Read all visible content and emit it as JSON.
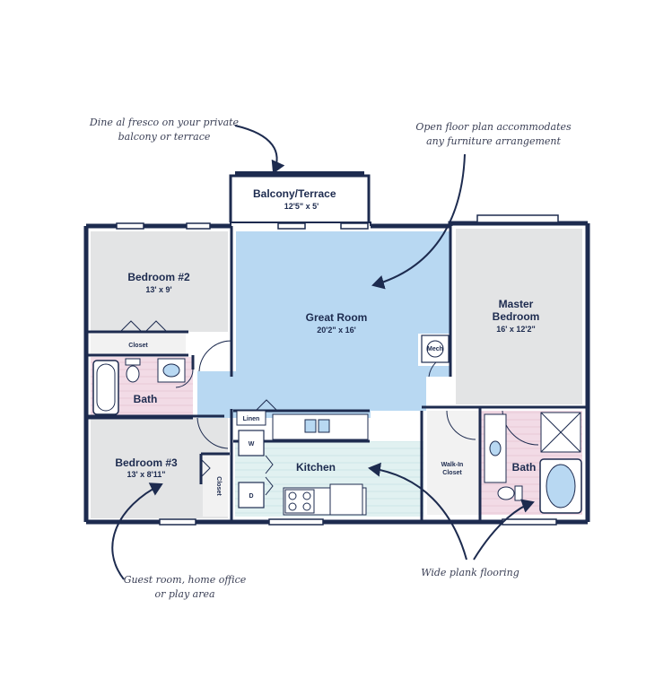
{
  "colors": {
    "wall": "#1d2b4f",
    "living": "#b8d8f2",
    "bedroom": "#e3e4e5",
    "bath": "#f2dbe6",
    "kitchen_floor": "#e1f1f1",
    "closet": "#f2f2f2"
  },
  "rooms": {
    "balcony": {
      "name": "Balcony/Terrace",
      "dims": "12'5\" x 5'"
    },
    "bedroom2": {
      "name": "Bedroom #2",
      "dims": "13' x 9'"
    },
    "great": {
      "name": "Great Room",
      "dims": "20'2\" x 16'"
    },
    "master": {
      "name_line1": "Master",
      "name_line2": "Bedroom",
      "dims": "16' x 12'2\""
    },
    "bedroom3": {
      "name": "Bedroom #3",
      "dims": "13' x 8'11\""
    },
    "kitchen": {
      "name": "Kitchen"
    },
    "bath1": {
      "name": "Bath"
    },
    "bath2": {
      "name": "Bath"
    }
  },
  "labels": {
    "closet_top": "Closet",
    "closet_side": "Closet",
    "linen": "Linen",
    "walkin_line1": "Walk-In",
    "walkin_line2": "Closet",
    "mech": "Mech",
    "washer": "W",
    "dryer": "D"
  },
  "annotations": {
    "balcony_note": [
      "Dine al fresco on your private",
      "balcony or terrace"
    ],
    "openplan_note": [
      "Open floor plan accommodates",
      "any furniture arrangement"
    ],
    "guest_note": [
      "Guest room, home office",
      "or play area"
    ],
    "flooring_note": [
      "Wide plank flooring"
    ]
  },
  "icons": [
    "door-swing-icon",
    "toilet-icon",
    "sink-icon",
    "bathtub-icon",
    "shower-icon",
    "stove-icon",
    "washer-icon",
    "dryer-icon",
    "arrow-icon"
  ]
}
